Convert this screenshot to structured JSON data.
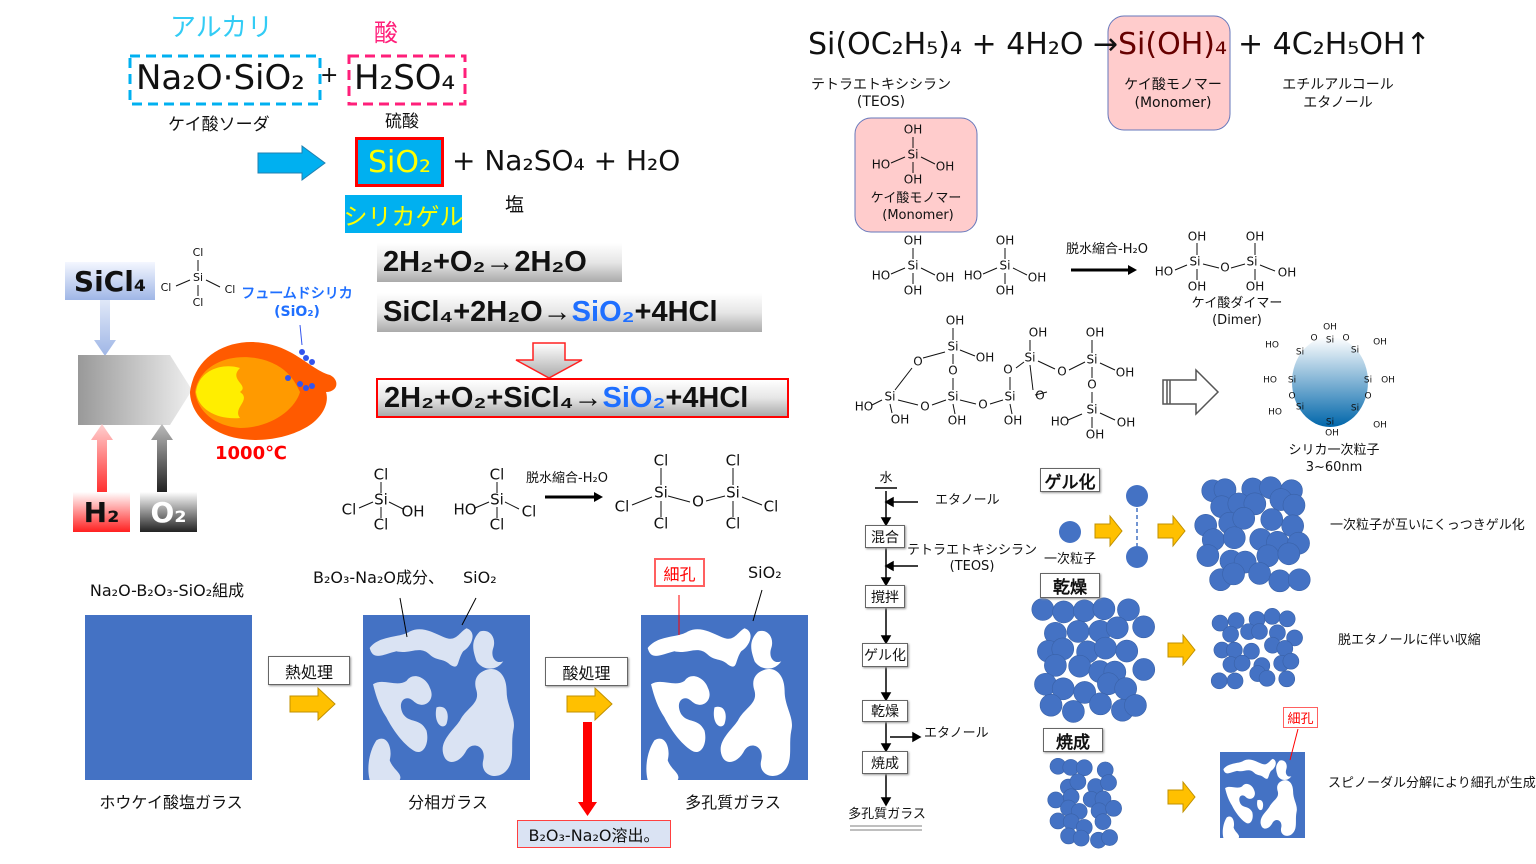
{
  "silica_gel": {
    "alkali_label": "アルカリ",
    "acid_label": "酸",
    "sodium_silicate_formula": "Na₂O·SiO₂",
    "plus": "+",
    "sulfuric_acid_formula": "H₂SO₄",
    "sodium_silicate_name": "ケイ酸ソーダ",
    "sulfuric_acid_name": "硫酸",
    "product_sio2": "SiO₂",
    "products_rest": "+  Na₂SO₄  +  H₂O",
    "silica_gel_label": "シリカゲル",
    "salt_label": "塩"
  },
  "fumed_silica": {
    "sicl4_label": "SiCl₄",
    "fumed_label": "フュームドシリカ",
    "fumed_formula": "(SiO₂)",
    "temperature": "1000℃",
    "h2_label": "H₂",
    "o2_label": "O₂",
    "eq1": "2H₂+O₂→2H₂O",
    "eq2_pre": "SiCl₄+2H₂O→",
    "eq2_sio2": "SiO₂",
    "eq2_post": "+4HCl",
    "eq3_pre": "2H₂+O₂+SiCl₄→",
    "eq3_sio2": "SiO₂",
    "eq3_post": "+4HCl"
  },
  "atoms": {
    "Si": "Si",
    "O": "O",
    "OH": "OH",
    "HO": "HO",
    "Cl": "Cl"
  },
  "condensation_label": "脱水縮合-H₂O",
  "porous_glass": {
    "composition": "Na₂O-B₂O₃-SiO₂組成",
    "phase_components": "B₂O₃-Na₂O成分、",
    "sio2_a": "SiO₂",
    "sio2_b": "SiO₂",
    "pore_label": "細孔",
    "heat_treatment": "熱処理",
    "acid_treatment": "酸処理",
    "elution": "B₂O₃-Na₂O溶出。",
    "caption_borosilicate": "ホウケイ酸塩ガラス",
    "caption_phase_sep": "分相ガラス",
    "caption_porous": "多孔質ガラス"
  },
  "sol_gel": {
    "eq_teos": "Si(OC₂H₅)₄ + 4H₂O →",
    "eq_monomer": "Si(OH)₄",
    "eq_ethanol": "+ 4C₂H₅OH↑",
    "teos_name": "テトラエトキシシラン",
    "teos_abbr": "(TEOS)",
    "monomer_name": "ケイ酸モノマー",
    "monomer_en": "(Monomer)",
    "ethanol_name1": "エチルアルコール",
    "ethanol_name2": "エタノール",
    "dimer_name": "ケイ酸ダイマー",
    "dimer_en": "(Dimer)",
    "primary_particle": "シリカ一次粒子",
    "particle_size": "3~60nm"
  },
  "flow": {
    "water": "水",
    "ethanol_in": "エタノール",
    "mix": "混合",
    "teos_in": "テトラエトキシシラン",
    "teos_abbr": "(TEOS)",
    "stir": "撹拌",
    "gel": "ゲル化",
    "dry": "乾燥",
    "ethanol_out": "エタノール",
    "fire": "焼成",
    "result": "多孔質ガラス"
  },
  "stages": {
    "gel_title": "ゲル化",
    "primary_particle": "一次粒子",
    "gel_desc": "一次粒子が互いにくっつきゲル化",
    "dry_title": "乾燥",
    "dry_desc": "脱エタノールに伴い収縮",
    "fire_title": "焼成",
    "pore_label": "細孔",
    "fire_desc": "スピノーダル分解により細孔が生成"
  },
  "colors": {
    "glass_blue": "#4472c4",
    "phase_light": "#dae3f3",
    "arrow_yellow": "#ffc000",
    "cyan": "#00b0f0",
    "red": "#ff0000",
    "pink": "#ffcccc"
  }
}
